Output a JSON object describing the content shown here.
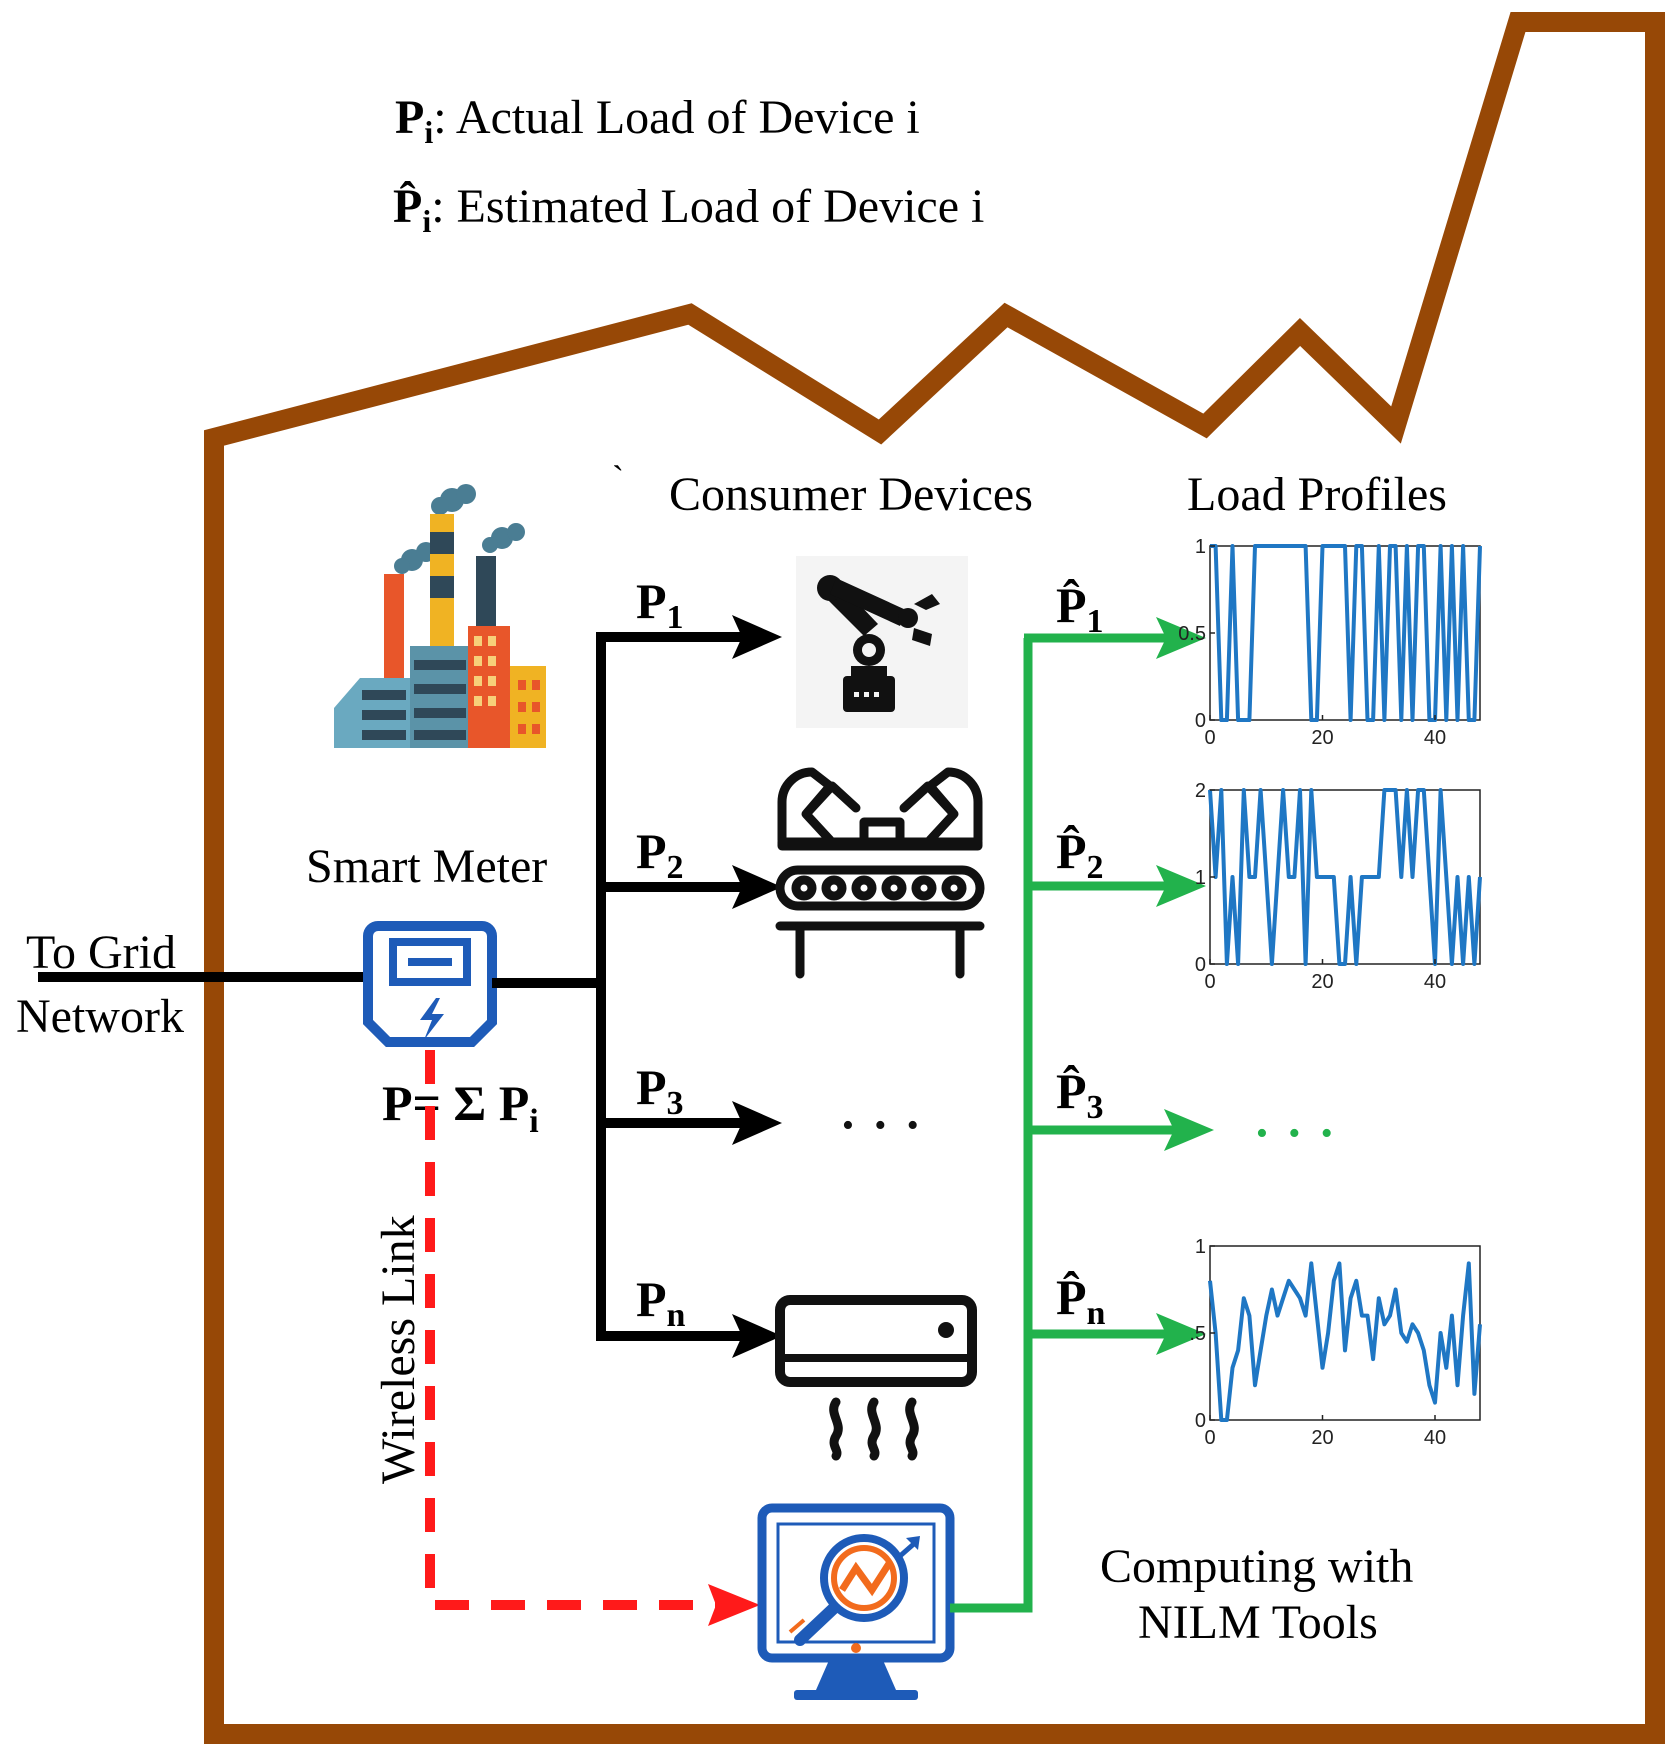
{
  "legend": {
    "actual_symbol": "P",
    "actual_subscript": "i",
    "actual_text": ": Actual Load of Device i",
    "estimated_symbol": "P̂",
    "estimated_subscript": "i",
    "estimated_text": ": Estimated Load of Device i"
  },
  "labels": {
    "backtick": "`",
    "consumer_devices": "Consumer Devices",
    "load_profiles": "Load Profiles",
    "smart_meter": "Smart Meter",
    "to_grid_line1": "To Grid",
    "to_grid_line2": "Network",
    "sum_formula": "P= Σ P",
    "sum_subscript": "i",
    "wireless_link": "Wireless Link",
    "computing_line1": "Computing with",
    "computing_line2": "NILM Tools",
    "dots": "• • •"
  },
  "branches": {
    "actual": [
      {
        "symbol": "P",
        "subscript": "1"
      },
      {
        "symbol": "P",
        "subscript": "2"
      },
      {
        "symbol": "P",
        "subscript": "3"
      },
      {
        "symbol": "P",
        "subscript": "n"
      }
    ],
    "estimated": [
      {
        "symbol": "P̂",
        "subscript": "1"
      },
      {
        "symbol": "P̂",
        "subscript": "2"
      },
      {
        "symbol": "P̂",
        "subscript": "3"
      },
      {
        "symbol": "P̂",
        "subscript": "n"
      }
    ]
  },
  "colors": {
    "building": "#974806",
    "actual_line": "#000000",
    "estimated_line": "#22b24c",
    "wireless": "#ff1a1a",
    "plot_line": "#1f77c4",
    "monitor": "#1e5bb8",
    "magnifier_accent": "#f26b1d"
  },
  "chart_data": [
    {
      "type": "line",
      "xlim": [
        0,
        48
      ],
      "ylim": [
        0,
        1
      ],
      "xticks": [
        0,
        20,
        40
      ],
      "yticks": [
        0,
        0.5,
        1
      ],
      "ytick_labels": [
        "0",
        "0.5",
        "1"
      ],
      "x": [
        0,
        1,
        2,
        3,
        4,
        5,
        6,
        7,
        8,
        9,
        10,
        11,
        12,
        13,
        14,
        15,
        16,
        17,
        18,
        19,
        20,
        21,
        22,
        23,
        24,
        25,
        26,
        27,
        28,
        29,
        30,
        31,
        32,
        33,
        34,
        35,
        36,
        37,
        38,
        39,
        40,
        41,
        42,
        43,
        44,
        45,
        46,
        47,
        48
      ],
      "values": [
        1,
        1,
        0,
        0,
        1,
        0,
        0,
        0,
        1,
        1,
        1,
        1,
        1,
        1,
        1,
        1,
        1,
        1,
        0,
        0,
        1,
        1,
        1,
        1,
        1,
        0,
        1,
        1,
        0,
        0,
        1,
        0,
        1,
        1,
        0,
        1,
        0,
        1,
        1,
        0,
        0,
        1,
        0,
        1,
        0,
        1,
        0,
        0,
        1
      ]
    },
    {
      "type": "line",
      "xlim": [
        0,
        48
      ],
      "ylim": [
        0,
        2
      ],
      "xticks": [
        0,
        20,
        40
      ],
      "yticks": [
        0,
        1,
        2
      ],
      "ytick_labels": [
        "0",
        "1",
        "2"
      ],
      "x": [
        0,
        1,
        2,
        3,
        4,
        5,
        6,
        7,
        8,
        9,
        10,
        11,
        12,
        13,
        14,
        15,
        16,
        17,
        18,
        19,
        20,
        21,
        22,
        23,
        24,
        25,
        26,
        27,
        28,
        29,
        30,
        31,
        32,
        33,
        34,
        35,
        36,
        37,
        38,
        39,
        40,
        41,
        42,
        43,
        44,
        45,
        46,
        47,
        48
      ],
      "values": [
        2,
        1,
        2,
        0,
        1,
        0,
        2,
        1,
        1,
        2,
        1,
        0,
        1,
        2,
        1,
        1,
        2,
        0,
        2,
        1,
        1,
        1,
        1,
        0,
        0,
        1,
        0,
        1,
        1,
        1,
        1,
        2,
        2,
        2,
        1,
        2,
        1,
        2,
        2,
        1,
        0,
        2,
        1,
        0,
        1,
        0,
        1,
        0,
        1
      ]
    },
    {
      "type": "line",
      "xlim": [
        0,
        48
      ],
      "ylim": [
        0,
        1
      ],
      "xticks": [
        0,
        20,
        40
      ],
      "yticks": [
        0,
        0.5,
        1
      ],
      "ytick_labels": [
        "0",
        ".5",
        "1"
      ],
      "x": [
        0,
        1,
        2,
        3,
        4,
        5,
        6,
        7,
        8,
        9,
        10,
        11,
        12,
        13,
        14,
        15,
        16,
        17,
        18,
        19,
        20,
        21,
        22,
        23,
        24,
        25,
        26,
        27,
        28,
        29,
        30,
        31,
        32,
        33,
        34,
        35,
        36,
        37,
        38,
        39,
        40,
        41,
        42,
        43,
        44,
        45,
        46,
        47,
        48
      ],
      "values": [
        0.8,
        0.5,
        0,
        0,
        0.3,
        0.4,
        0.7,
        0.6,
        0.2,
        0.4,
        0.6,
        0.75,
        0.6,
        0.7,
        0.8,
        0.75,
        0.7,
        0.6,
        0.9,
        0.6,
        0.3,
        0.5,
        0.8,
        0.9,
        0.4,
        0.7,
        0.8,
        0.6,
        0.6,
        0.35,
        0.7,
        0.55,
        0.6,
        0.75,
        0.5,
        0.45,
        0.55,
        0.5,
        0.4,
        0.2,
        0.1,
        0.5,
        0.3,
        0.6,
        0.2,
        0.6,
        0.9,
        0.15,
        0.55
      ]
    }
  ]
}
